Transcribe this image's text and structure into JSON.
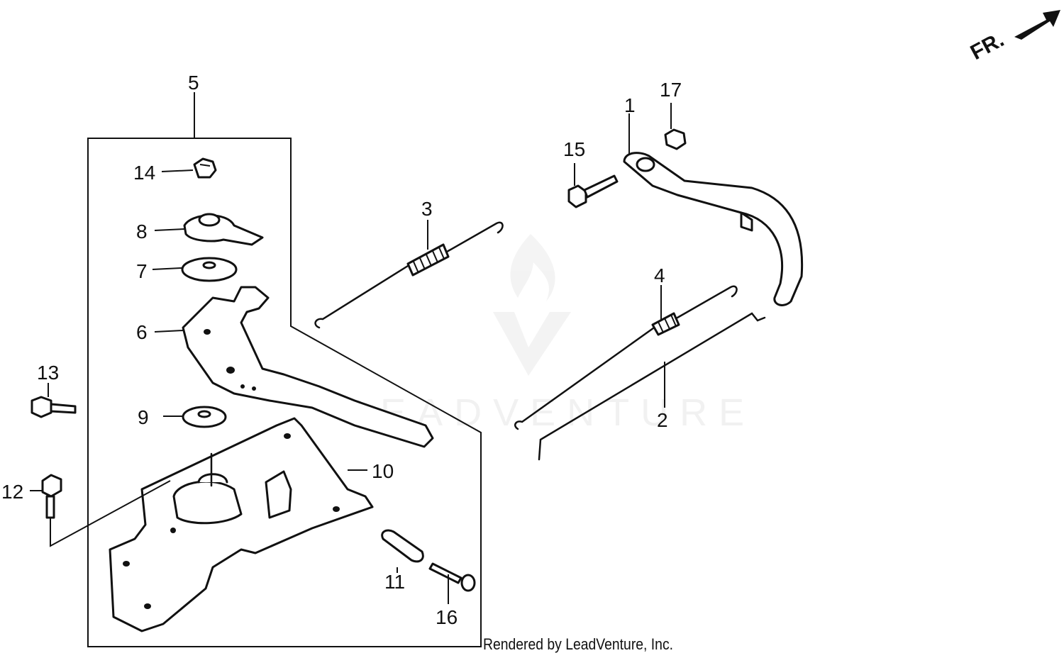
{
  "diagram": {
    "direction_indicator": "FR.",
    "callouts": [
      "1",
      "2",
      "3",
      "4",
      "5",
      "6",
      "7",
      "8",
      "9",
      "10",
      "11",
      "12",
      "13",
      "14",
      "15",
      "16",
      "17"
    ],
    "watermark": "LEADVENTURE",
    "credit": "Rendered by LeadVenture, Inc."
  },
  "colors": {
    "ink": "#111111",
    "background": "#ffffff",
    "watermark": "#e9e9e9"
  }
}
